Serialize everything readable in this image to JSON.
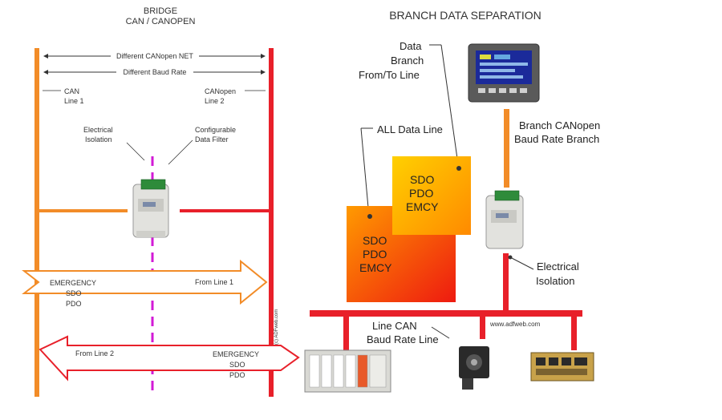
{
  "left_panel": {
    "title_line1": "BRIDGE",
    "title_line2": "CAN / CANOPEN",
    "net_label": "Different CANopen NET",
    "baud_label": "Different Baud Rate",
    "can_line1": "CAN",
    "can_line1_sub": "Line 1",
    "canopen_line2": "CANopen",
    "canopen_line2_sub": "Line 2",
    "isolation_line1": "Electrical",
    "isolation_line2": "Isolation",
    "filter_line1": "Configurable",
    "filter_line2": "Data Filter",
    "arrow_right": {
      "from": "From Line 1",
      "line1": "EMERGENCY",
      "line2": "SDO",
      "line3": "PDO"
    },
    "arrow_left": {
      "from": "From Line 2",
      "line1": "EMERGENCY",
      "line2": "SDO",
      "line3": "PDO"
    },
    "copyright": "(c) ADFweb.com"
  },
  "right_panel": {
    "title": "BRANCH DATA SEPARATION",
    "data_branch_line1": "Data",
    "data_branch_line2": "Branch",
    "data_branch_line3": "From/To Line",
    "all_data": "ALL Data Line",
    "branch_canopen_line1": "Branch CANopen",
    "branch_canopen_line2": "Baud Rate Branch",
    "front_box": {
      "l1": "SDO",
      "l2": "PDO",
      "l3": "EMCY"
    },
    "back_box": {
      "l1": "SDO",
      "l2": "PDO",
      "l3": "EMCY"
    },
    "isolation_line1": "Electrical",
    "isolation_line2": "Isolation",
    "line_can_1": "Line CAN",
    "line_can_2": "Baud Rate Line",
    "website": "www.adfweb.com"
  },
  "colors": {
    "orange": "#f28c28",
    "red": "#e8202a",
    "magenta": "#d21ad6"
  }
}
